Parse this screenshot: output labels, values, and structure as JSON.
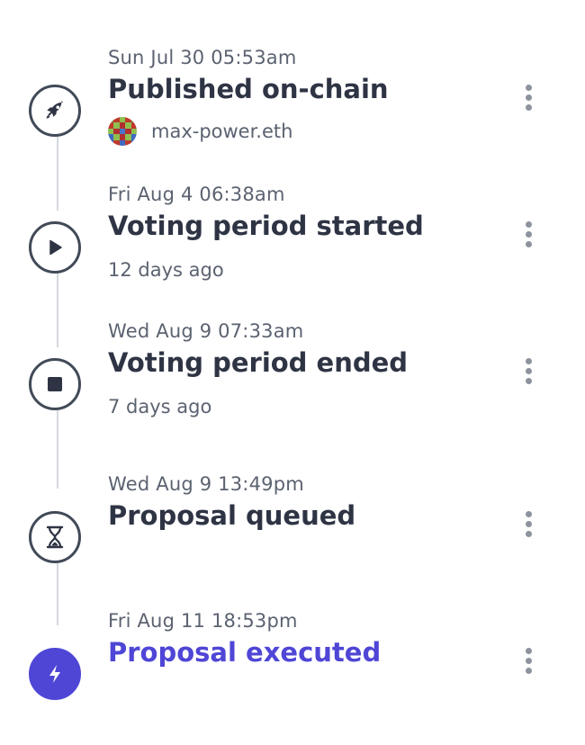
{
  "colors": {
    "accent": "#4f46d6",
    "text": "#2e3444",
    "muted": "#5b6270",
    "line": "#d5d8dd"
  },
  "events": [
    {
      "date": "Sun Jul 30 05:53am",
      "title": "Published on-chain",
      "icon": "rocket-icon",
      "author": "max-power.eth"
    },
    {
      "date": "Fri Aug 4 06:38am",
      "title": "Voting period started",
      "icon": "play-icon",
      "relative": "12 days ago"
    },
    {
      "date": "Wed Aug 9 07:33am",
      "title": "Voting period ended",
      "icon": "stop-icon",
      "relative": "7 days ago"
    },
    {
      "date": "Wed Aug 9 13:49pm",
      "title": "Proposal queued",
      "icon": "hourglass-icon"
    },
    {
      "date": "Fri Aug 11 18:53pm",
      "title": "Proposal executed",
      "icon": "lightning-icon",
      "status": "active"
    }
  ]
}
